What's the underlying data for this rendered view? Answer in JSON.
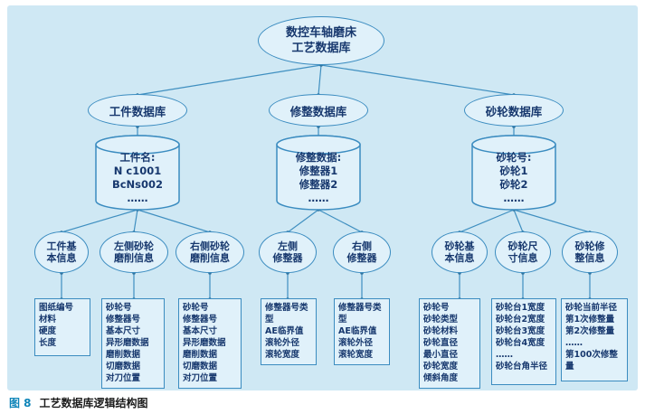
{
  "caption": {
    "fig": "图 8",
    "text": "工艺数据库逻辑结构图"
  },
  "root": {
    "lines": [
      "数控车轴磨床",
      "工艺数据库"
    ]
  },
  "level2": [
    {
      "label": "工件数据库"
    },
    {
      "label": "修整数据库"
    },
    {
      "label": "砂轮数据库"
    }
  ],
  "cylinders": [
    {
      "lines": [
        "工件名:",
        "N c1001",
        "BcNs002",
        "……"
      ]
    },
    {
      "lines": [
        "修整数据:",
        "修整器1",
        "修整器2",
        "……"
      ]
    },
    {
      "lines": [
        "砂轮号:",
        "砂轮1",
        "砂轮2",
        "……"
      ]
    }
  ],
  "leaves": [
    {
      "lines": [
        "工件基",
        "本信息"
      ]
    },
    {
      "lines": [
        "左侧砂轮",
        "磨削信息"
      ]
    },
    {
      "lines": [
        "右侧砂轮",
        "磨削信息"
      ]
    },
    {
      "lines": [
        "左侧",
        "修整器"
      ]
    },
    {
      "lines": [
        "右侧",
        "修整器"
      ]
    },
    {
      "lines": [
        "砂轮基",
        "本信息"
      ]
    },
    {
      "lines": [
        "砂轮尺",
        "寸信息"
      ]
    },
    {
      "lines": [
        "砂轮修",
        "整信息"
      ]
    }
  ],
  "boxes": [
    {
      "items": [
        "图纸编号",
        "材料",
        "硬度",
        "长度"
      ]
    },
    {
      "items": [
        "砂轮号",
        "修整器号",
        "基本尺寸",
        "异形磨数据",
        "磨削数据",
        "切磨数据",
        "对刀位置"
      ]
    },
    {
      "items": [
        "砂轮号",
        "修整器号",
        "基本尺寸",
        "异形磨数据",
        "磨削数据",
        "切磨数据",
        "对刀位置"
      ]
    },
    {
      "items": [
        "修整器号类型",
        "AE临界值",
        "滚轮外径",
        "滚轮宽度"
      ]
    },
    {
      "items": [
        "修整器号类型",
        "AE临界值",
        "滚轮外径",
        "滚轮宽度"
      ]
    },
    {
      "items": [
        "砂轮号",
        "砂轮类型",
        "砂轮材料",
        "砂轮直径",
        "最小直径",
        "砂轮宽度",
        "倾斜角度"
      ]
    },
    {
      "items": [
        "砂轮台1宽度",
        "砂轮台2宽度",
        "砂轮台3宽度",
        "砂轮台4宽度",
        "……",
        "砂轮台角半径"
      ]
    },
    {
      "items": [
        "砂轮当前半径",
        "第1次修整量",
        "第2次修整量",
        "……",
        "第100次修整量"
      ]
    }
  ],
  "colors": {
    "panel_bg": "#cfe8f4",
    "shape_fill": "#e0f1fa",
    "stroke": "#3b8cc0",
    "text": "#17386e",
    "caption_accent": "#0d84b8"
  }
}
